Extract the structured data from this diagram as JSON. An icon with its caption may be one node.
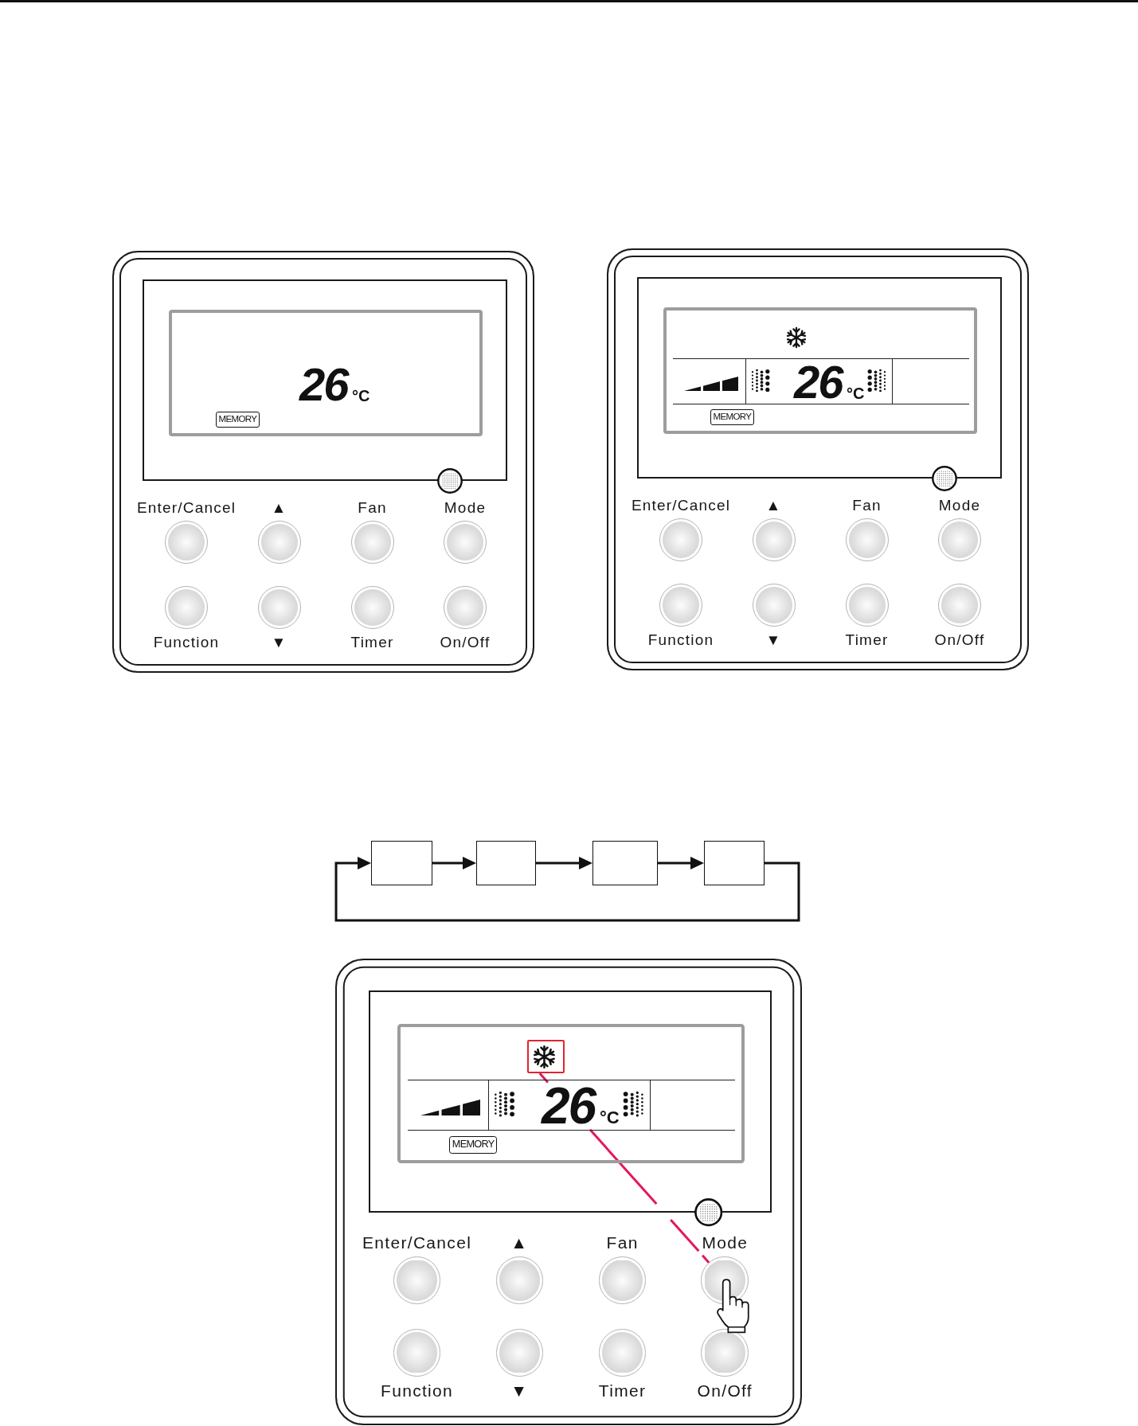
{
  "diagram": {
    "nodes": [
      {
        "text": [],
        "shape": "box"
      },
      {
        "text": [
          "26",
          "°C"
        ],
        "in": 0
      },
      {
        "text": [
          "MEMORY"
        ],
        "in": 1
      },
      {
        "text": [],
        "shape": "circle",
        "in": 0,
        "beside": [
          "Enter/Cancel"
        ]
      },
      {
        "text": [],
        "shape": "circle",
        "in": 0,
        "beside": [
          "▲"
        ]
      },
      {
        "text": [],
        "shape": "circle",
        "in": 0,
        "beside": [
          "Fan"
        ]
      },
      {
        "text": [],
        "shape": "circle",
        "in": 0,
        "beside": [
          "Mode"
        ]
      },
      {
        "text": [],
        "shape": "circle",
        "in": 0,
        "beside": [
          "Function"
        ]
      },
      {
        "text": [],
        "shape": "circle",
        "in": 0,
        "beside": [
          "▼"
        ]
      },
      {
        "text": [],
        "shape": "circle",
        "in": 0,
        "beside": [
          "Timer"
        ]
      },
      {
        "text": [],
        "shape": "circle",
        "in": 0,
        "beside": [
          "On/Off"
        ]
      },
      {
        "text": [],
        "shape": "box"
      },
      {
        "text": [
          "26",
          "°C"
        ],
        "in": 11
      },
      {
        "text": [
          "MEMORY"
        ],
        "in": 12
      },
      {
        "text": [],
        "shape": "circle",
        "in": 11,
        "beside": [
          "Enter/Cancel"
        ]
      },
      {
        "text": [],
        "shape": "circle",
        "in": 11,
        "beside": [
          "▲"
        ]
      },
      {
        "text": [],
        "shape": "circle",
        "in": 11,
        "beside": [
          "Fan"
        ]
      },
      {
        "text": [],
        "shape": "circle",
        "in": 11,
        "beside": [
          "Mode"
        ]
      },
      {
        "text": [],
        "shape": "circle",
        "in": 11,
        "beside": [
          "Function"
        ]
      },
      {
        "text": [],
        "shape": "circle",
        "in": 11,
        "beside": [
          "▼"
        ]
      },
      {
        "text": [],
        "shape": "circle",
        "in": 11,
        "beside": [
          "Timer"
        ]
      },
      {
        "text": [],
        "shape": "circle",
        "in": 11,
        "beside": [
          "On/Off"
        ]
      },
      {
        "text": [],
        "shape": "box"
      },
      {
        "text": [],
        "shape": "box"
      },
      {
        "text": [],
        "shape": "box"
      },
      {
        "text": [],
        "shape": "box"
      },
      {
        "text": [],
        "shape": "box"
      },
      {
        "text": [
          "26",
          "°C"
        ],
        "in": 26
      },
      {
        "text": [],
        "shape": "box",
        "in": 27
      },
      {
        "text": [
          "MEMORY"
        ],
        "in": 27
      },
      {
        "text": [],
        "shape": "circle",
        "in": 26,
        "beside": [
          "Enter/Cancel"
        ]
      },
      {
        "text": [],
        "shape": "circle",
        "in": 26,
        "beside": [
          "▲"
        ]
      },
      {
        "text": [],
        "shape": "circle",
        "in": 26,
        "beside": [
          "Fan"
        ]
      },
      {
        "text": [],
        "shape": "circle",
        "in": 26,
        "beside": [
          "Mode"
        ]
      },
      {
        "text": [],
        "shape": "circle",
        "in": 26,
        "beside": [
          "Function"
        ]
      },
      {
        "text": [],
        "shape": "circle",
        "in": 26,
        "beside": [
          "▼"
        ]
      },
      {
        "text": [],
        "shape": "circle",
        "in": 26,
        "beside": [
          "Timer"
        ]
      },
      {
        "text": [],
        "shape": "circle",
        "in": 26,
        "beside": [
          "On/Off"
        ]
      }
    ],
    "edges": [
      {
        "from": 22,
        "to": 23,
        "arrow": "to"
      },
      {
        "from": 23,
        "to": 24,
        "arrow": "to"
      },
      {
        "from": 24,
        "to": 25,
        "arrow": "to"
      },
      {
        "from": 25,
        "to": 22,
        "arrow": "to"
      },
      {
        "from": 28,
        "to": 33,
        "arrow": "none",
        "style": "dashed",
        "color": "#e3195b"
      }
    ]
  }
}
